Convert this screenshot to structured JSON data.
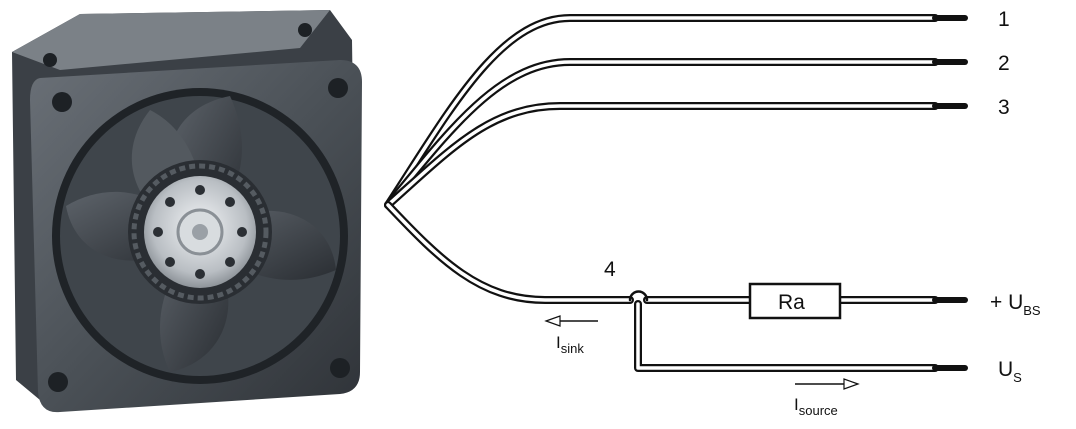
{
  "diagram": {
    "wires": [
      {
        "id": "1",
        "label": "1"
      },
      {
        "id": "2",
        "label": "2"
      },
      {
        "id": "3",
        "label": "3"
      }
    ],
    "wire4_label": "4",
    "resistor_label": "Ra",
    "supply_label": {
      "main": "+ U",
      "sub": "BS"
    },
    "signal_label": {
      "main": "U",
      "sub": "S"
    },
    "sink_current": {
      "main": "I",
      "sub": "sink"
    },
    "source_current": {
      "main": "I",
      "sub": "source"
    }
  },
  "colors": {
    "wire": "#111111",
    "fan_body": "#4a4f55",
    "fan_dark": "#2c3035",
    "hub": "#c9cdd1"
  }
}
